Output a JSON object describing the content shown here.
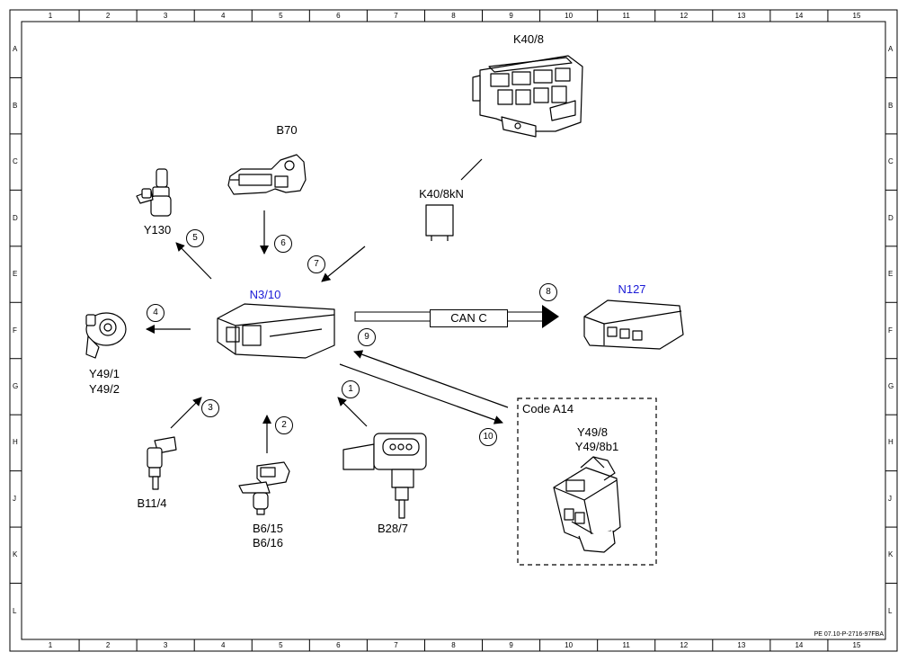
{
  "border": {
    "columns": [
      "1",
      "2",
      "3",
      "4",
      "5",
      "6",
      "7",
      "8",
      "9",
      "10",
      "11",
      "12",
      "13",
      "14",
      "15"
    ],
    "rows": [
      "A",
      "B",
      "C",
      "D",
      "E",
      "F",
      "G",
      "H",
      "J",
      "K",
      "L"
    ]
  },
  "components": {
    "k40_8": "K40/8",
    "b70": "B70",
    "k40_8kn": "K40/8kN",
    "y130": "Y130",
    "n3_10": "N3/10",
    "n127": "N127",
    "y49_1": "Y49/1",
    "y49_2": "Y49/2",
    "b11_4": "B11/4",
    "b6_15": "B6/15",
    "b6_16": "B6/16",
    "b28_7": "B28/7",
    "y49_8": "Y49/8",
    "y49_8b1": "Y49/8b1"
  },
  "bus_label": "CAN C",
  "code_box_label": "Code A14",
  "arrows": [
    "1",
    "2",
    "3",
    "4",
    "5",
    "6",
    "7",
    "8",
    "9",
    "10"
  ],
  "reference": "PE 07.10-P-2716-97FBA",
  "colors": {
    "ecu_label": "#1a1ad6",
    "line": "#000000"
  }
}
